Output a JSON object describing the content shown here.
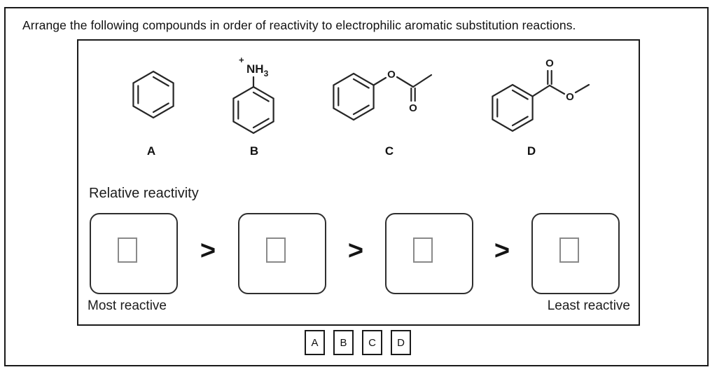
{
  "title": "Arrange the following compounds in order of reactivity to electrophilic aromatic substitution reactions.",
  "compounds": [
    {
      "label": "A"
    },
    {
      "label": "B",
      "substituent": {
        "charge": "+",
        "group": "NH",
        "subscript": "3"
      }
    },
    {
      "label": "C",
      "atoms": {
        "ester_o": "O",
        "carbonyl_o": "O"
      }
    },
    {
      "label": "D",
      "atoms": {
        "carbonyl_o": "O",
        "ester_o": "O"
      }
    }
  ],
  "reactivity": {
    "section_label": "Relative reactivity",
    "most_label": "Most reactive",
    "least_label": "Least reactive",
    "separator": ">",
    "slot_count": 4
  },
  "tokens": [
    "A",
    "B",
    "C",
    "D"
  ],
  "colors": {
    "ink": "#1a1a1a",
    "zone_border": "#2e2e2e",
    "placeholder_border": "#8a8a8a",
    "background": "#ffffff"
  }
}
